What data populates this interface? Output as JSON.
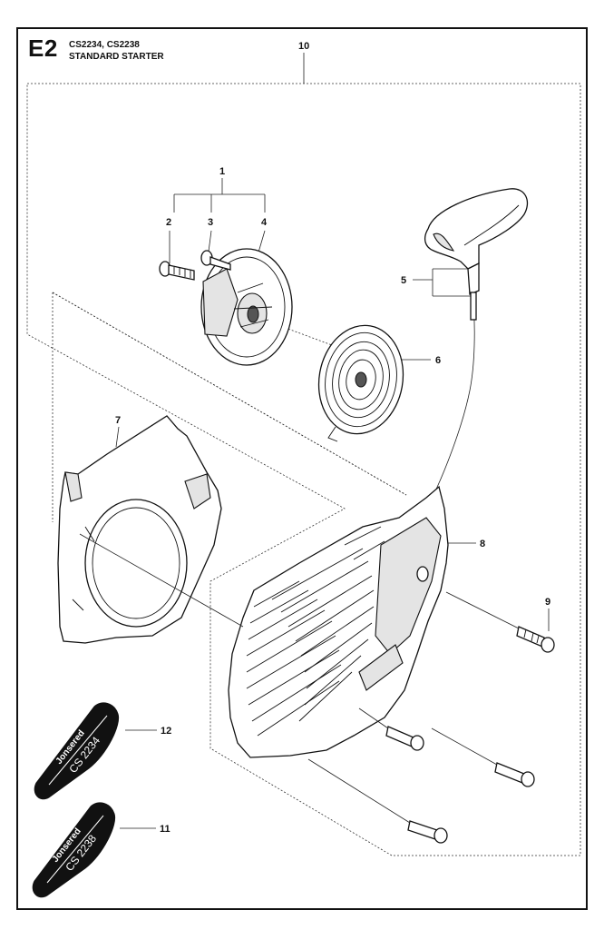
{
  "header": {
    "section_code": "E2",
    "models": "CS2234, CS2238",
    "title": "STANDARD STARTER"
  },
  "callouts": [
    {
      "id": "10",
      "text": "10"
    },
    {
      "id": "1",
      "text": "1"
    },
    {
      "id": "2",
      "text": "2"
    },
    {
      "id": "3",
      "text": "3"
    },
    {
      "id": "4",
      "text": "4"
    },
    {
      "id": "5",
      "text": "5"
    },
    {
      "id": "6",
      "text": "6"
    },
    {
      "id": "7",
      "text": "7"
    },
    {
      "id": "8",
      "text": "8"
    },
    {
      "id": "9",
      "text": "9"
    },
    {
      "id": "12",
      "text": "12"
    },
    {
      "id": "11",
      "text": "11"
    }
  ],
  "decals": [
    {
      "brand": "Jonsered",
      "model": "CS 2234"
    },
    {
      "brand": "Jonsered",
      "model": "CS 2238"
    }
  ]
}
